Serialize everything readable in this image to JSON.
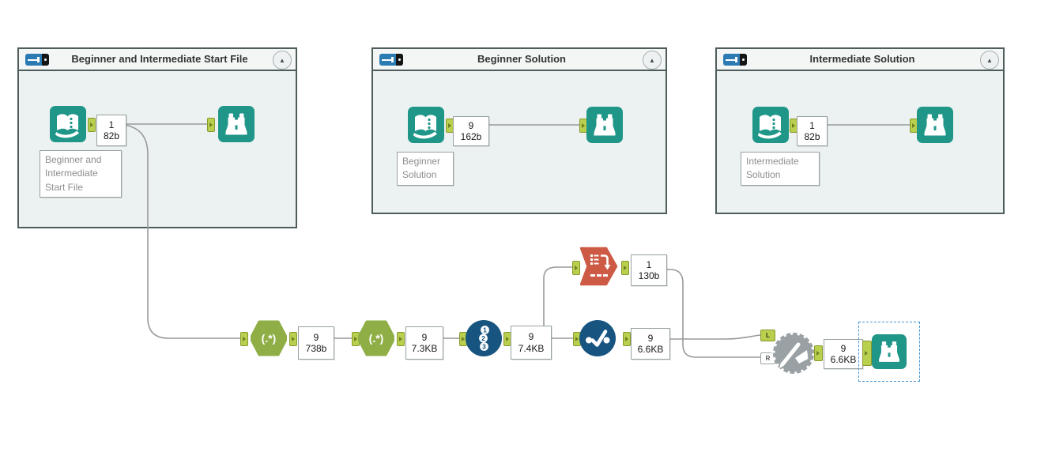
{
  "colors": {
    "teal": "#1f9688",
    "lime": "#b9cf4e",
    "olive": "#8fae46",
    "navy": "#17547f",
    "orange": "#cd5a45",
    "gear_gray": "#99a1a4",
    "wire_gray": "#9a9a9a",
    "container_bg": "#ecf2f1",
    "header_bg": "#f3f6f5",
    "container_border": "#4e5d5c",
    "selection_blue": "#3f94d6"
  },
  "icons": {
    "input_tool": "input-data-icon (open book)",
    "browse_tool": "browse-icon (binoculars)",
    "regex_tool": "regex-icon (hexagon)",
    "record_id_tool": "record-id-icon (numbered rows)",
    "unique_tool": "unique-icon (dots with checkmark)",
    "crosstab_tool": "crosstab-icon (list with pivot arrow)",
    "dynamic_rename_tool": "dynamic-rename-icon (saw blade with pencil)",
    "container_toggle": "toggle-switch-icon",
    "collapse_glyph": "▲"
  },
  "containers": [
    {
      "title": "Beginner and Intermediate Start File",
      "annotation": {
        "count": "1",
        "size": "82b"
      },
      "caption": "Beginner and Intermediate Start File"
    },
    {
      "title": "Beginner Solution",
      "annotation": {
        "count": "9",
        "size": "162b"
      },
      "caption": "Beginner Solution"
    },
    {
      "title": "Intermediate Solution",
      "annotation": {
        "count": "1",
        "size": "82b"
      },
      "caption": "Intermediate Solution"
    }
  ],
  "workflow": {
    "regex1": {
      "label": "(.*)",
      "annotation": {
        "count": "9",
        "size": "738b"
      }
    },
    "regex2": {
      "label": "(.*)",
      "annotation": {
        "count": "9",
        "size": "7.3KB"
      }
    },
    "record_id": {
      "digits": [
        "1",
        "2",
        "3"
      ],
      "annotation": {
        "count": "9",
        "size": "7.4KB"
      }
    },
    "crosstab": {
      "annotation": {
        "count": "1",
        "size": "130b"
      }
    },
    "unique": {
      "annotation": {
        "count": "9",
        "size": "6.6KB"
      }
    },
    "dynamic_rename": {
      "left_anchor": "L",
      "right_anchor": "R",
      "annotation": {
        "count": "9",
        "size": "6.6KB"
      }
    }
  }
}
